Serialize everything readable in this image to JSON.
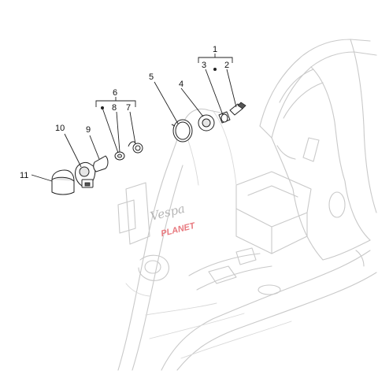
{
  "callouts": [
    {
      "id": "c1",
      "label": "1"
    },
    {
      "id": "c2",
      "label": "2"
    },
    {
      "id": "c3",
      "label": "3"
    },
    {
      "id": "c4",
      "label": "4"
    },
    {
      "id": "c5",
      "label": "5"
    },
    {
      "id": "c6",
      "label": "6"
    },
    {
      "id": "c7",
      "label": "7"
    },
    {
      "id": "c8",
      "label": "8"
    },
    {
      "id": "c9",
      "label": "9"
    },
    {
      "id": "c10",
      "label": "10"
    },
    {
      "id": "c11",
      "label": "11"
    }
  ],
  "watermark": {
    "script": "Vespa",
    "brand": "PLANET"
  }
}
